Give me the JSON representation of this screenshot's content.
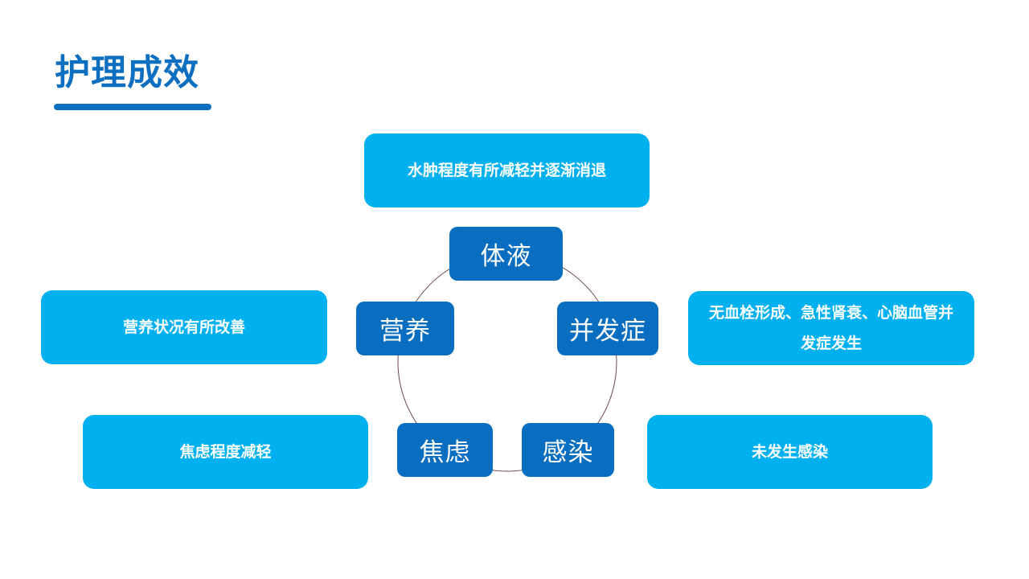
{
  "title": "护理成效",
  "colors": {
    "accent": "#0d6fc0",
    "node": "#0a6ec0",
    "outcome": "#00b0ef",
    "ring": "#6b4a4a"
  },
  "nodes": {
    "fluid": "体液",
    "complication": "并发症",
    "infection": "感染",
    "anxiety": "焦虑",
    "nutrition": "营养"
  },
  "outcomes": {
    "fluid": "水肿程度有所减轻并逐渐消退",
    "complication": "无血栓形成、急性肾衰、心脑血管并发症发生",
    "infection": "未发生感染",
    "anxiety": "焦虑程度减轻",
    "nutrition": "营养状况有所改善"
  }
}
